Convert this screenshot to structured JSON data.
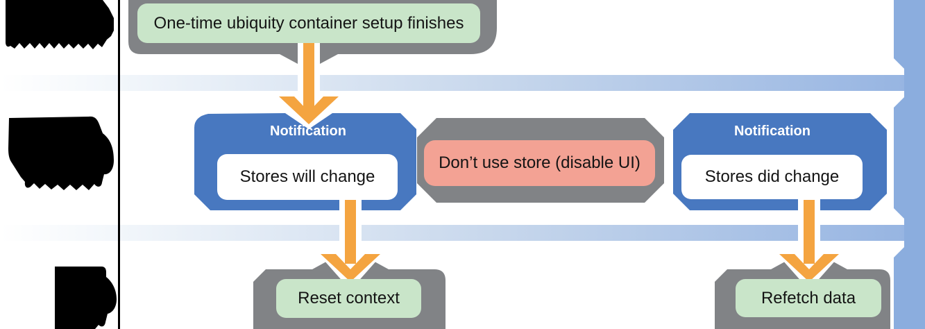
{
  "colors": {
    "blue": "#4878c0",
    "gray": "#818386",
    "green": "#c9e5c9",
    "pink": "#f3a294",
    "orange": "#f4a440",
    "bar": "#8badde",
    "band_end": "#97b5e2"
  },
  "top_row": {
    "setup_label": "One-time ubiquity container setup finishes"
  },
  "middle_row": {
    "left_notification": {
      "title": "Notification",
      "label": "Stores will change"
    },
    "center_box": {
      "label": "Don’t use store (disable UI)"
    },
    "right_notification": {
      "title": "Notification",
      "label": "Stores did change"
    }
  },
  "bottom_row": {
    "reset_label": "Reset context",
    "refetch_label": "Refetch data"
  }
}
